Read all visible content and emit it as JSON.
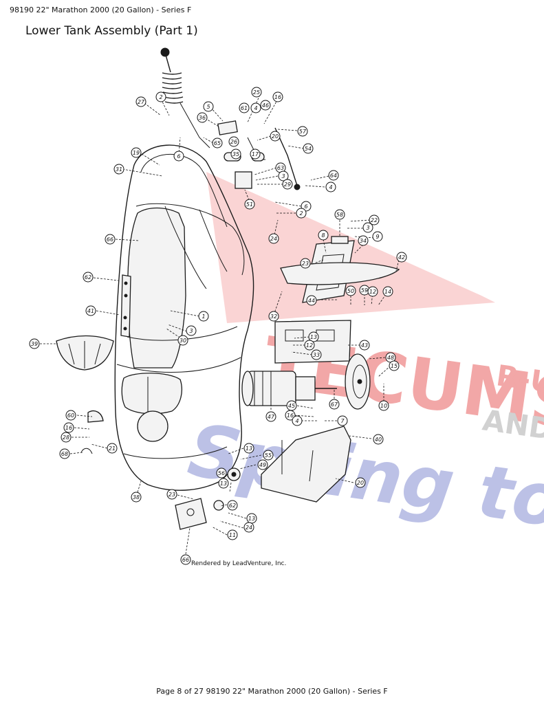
{
  "header": {
    "doc_line": "98190 22\" Marathon 2000 (20 Gallon) - Series F"
  },
  "page_title": "Lower Tank Assembly (Part 1)",
  "footer": {
    "text": "Page 8 of 27 98190 22\" Marathon 2000 (20 Gallon) - Series F"
  },
  "render_credit": "Rendered by LeadVenture, Inc.",
  "watermark": {
    "words": [
      "TECUMS",
      "R-US",
      "AND",
      "Spring too"
    ],
    "colors": {
      "red": "#e23a3a",
      "blue": "#6a74c8"
    }
  },
  "callouts": [
    {
      "label": "25"
    },
    {
      "label": "16"
    },
    {
      "label": "27"
    },
    {
      "label": "2"
    },
    {
      "label": "5"
    },
    {
      "label": "61"
    },
    {
      "label": "4"
    },
    {
      "label": "46"
    },
    {
      "label": "36"
    },
    {
      "label": "65"
    },
    {
      "label": "57"
    },
    {
      "label": "20"
    },
    {
      "label": "26"
    },
    {
      "label": "35"
    },
    {
      "label": "17"
    },
    {
      "label": "54"
    },
    {
      "label": "19"
    },
    {
      "label": "6"
    },
    {
      "label": "31"
    },
    {
      "label": "63"
    },
    {
      "label": "3"
    },
    {
      "label": "29"
    },
    {
      "label": "64"
    },
    {
      "label": "4"
    },
    {
      "label": "51"
    },
    {
      "label": "6"
    },
    {
      "label": "2"
    },
    {
      "label": "58"
    },
    {
      "label": "22"
    },
    {
      "label": "3"
    },
    {
      "label": "24"
    },
    {
      "label": "66"
    },
    {
      "label": "8"
    },
    {
      "label": "9"
    },
    {
      "label": "34"
    },
    {
      "label": "42"
    },
    {
      "label": "23"
    },
    {
      "label": "62"
    },
    {
      "label": "44"
    },
    {
      "label": "50"
    },
    {
      "label": "59"
    },
    {
      "label": "12"
    },
    {
      "label": "14"
    },
    {
      "label": "41"
    },
    {
      "label": "32"
    },
    {
      "label": "1"
    },
    {
      "label": "3"
    },
    {
      "label": "30"
    },
    {
      "label": "13"
    },
    {
      "label": "12"
    },
    {
      "label": "43"
    },
    {
      "label": "33"
    },
    {
      "label": "39"
    },
    {
      "label": "48"
    },
    {
      "label": "15"
    },
    {
      "label": "67"
    },
    {
      "label": "10"
    },
    {
      "label": "45"
    },
    {
      "label": "47"
    },
    {
      "label": "16"
    },
    {
      "label": "4"
    },
    {
      "label": "7"
    },
    {
      "label": "60"
    },
    {
      "label": "16"
    },
    {
      "label": "28"
    },
    {
      "label": "21"
    },
    {
      "label": "68"
    },
    {
      "label": "40"
    },
    {
      "label": "13"
    },
    {
      "label": "55"
    },
    {
      "label": "49"
    },
    {
      "label": "56"
    },
    {
      "label": "20"
    },
    {
      "label": "13"
    },
    {
      "label": "38"
    },
    {
      "label": "23"
    },
    {
      "label": "62"
    },
    {
      "label": "13"
    },
    {
      "label": "24"
    },
    {
      "label": "11"
    },
    {
      "label": "66"
    }
  ]
}
